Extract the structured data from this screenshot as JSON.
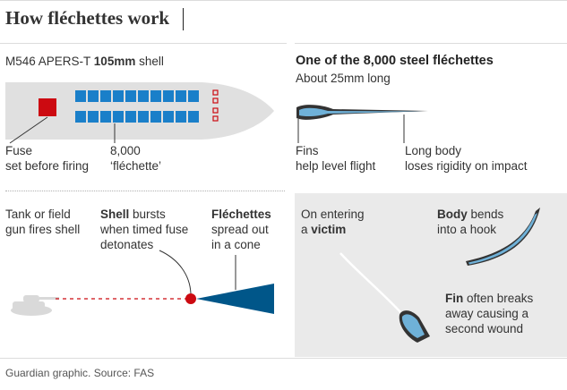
{
  "header": {
    "title": "How fléchettes work"
  },
  "shell_section": {
    "label_prefix": "M546 APERS-T ",
    "label_bold": "105mm",
    "label_suffix": " shell",
    "fuse_label_line1": "Fuse",
    "fuse_label_line2": "set before firing",
    "flechette_count_line1": "8,000",
    "flechette_count_line2": "‘fléchette’"
  },
  "single_flechette": {
    "heading": "One of the 8,000 steel fléchettes",
    "subheading": "About 25mm long",
    "fins_title": "Fins",
    "fins_desc": "help level flight",
    "body_title": "Long body",
    "body_desc": "loses rigidity on impact"
  },
  "firing_sequence": {
    "step1_line1": "Tank or field",
    "step1_line2": "gun fires shell",
    "step2_bold": "Shell",
    "step2_line1_rest": " bursts",
    "step2_line2": "when timed fuse",
    "step2_line3": "detonates",
    "step3_bold": "Fléchettes",
    "step3_line2": "spread out",
    "step3_line3": "in a cone"
  },
  "impact": {
    "enter_line1": "On entering",
    "enter_line2_prefix": "a ",
    "enter_line2_bold": "victim",
    "body_bold": "Body",
    "body_line1_rest": " bends",
    "body_line2": "into a hook",
    "fin_bold": "Fin",
    "fin_line1_rest": " often breaks",
    "fin_line2": "away causing a",
    "fin_line3": "second wound"
  },
  "footer": {
    "credit": "Guardian graphic. Source: FAS"
  },
  "colors": {
    "accent_blue": "#005689",
    "cell_blue": "#1a7fc9",
    "red": "#cc0a11",
    "shell_gray": "#e0e0e0",
    "panel_gray": "#eaeaea"
  }
}
